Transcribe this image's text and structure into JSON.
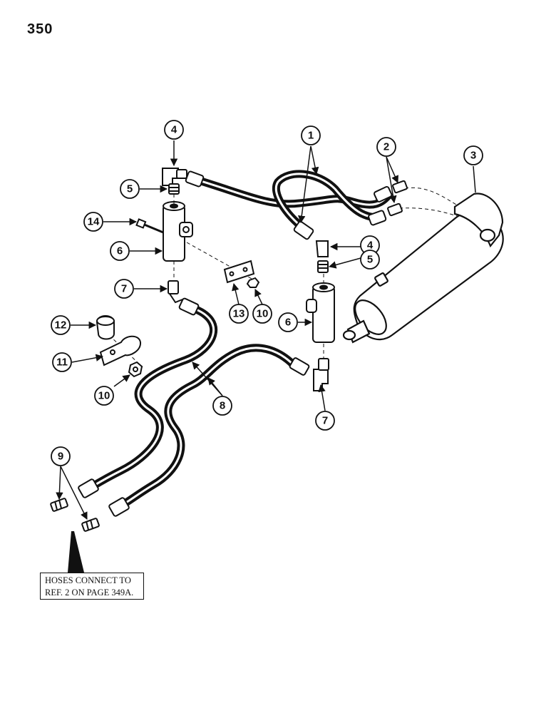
{
  "page_number": "350",
  "callouts": [
    "1",
    "2",
    "3",
    "4",
    "4",
    "5",
    "5",
    "6",
    "6",
    "7",
    "7",
    "8",
    "9",
    "10",
    "10",
    "11",
    "12",
    "13",
    "14"
  ],
  "note": {
    "line1": "HOSES CONNECT TO",
    "line2": "REF. 2 ON PAGE 349A."
  },
  "colors": {
    "ink": "#111111",
    "paper": "#ffffff"
  }
}
